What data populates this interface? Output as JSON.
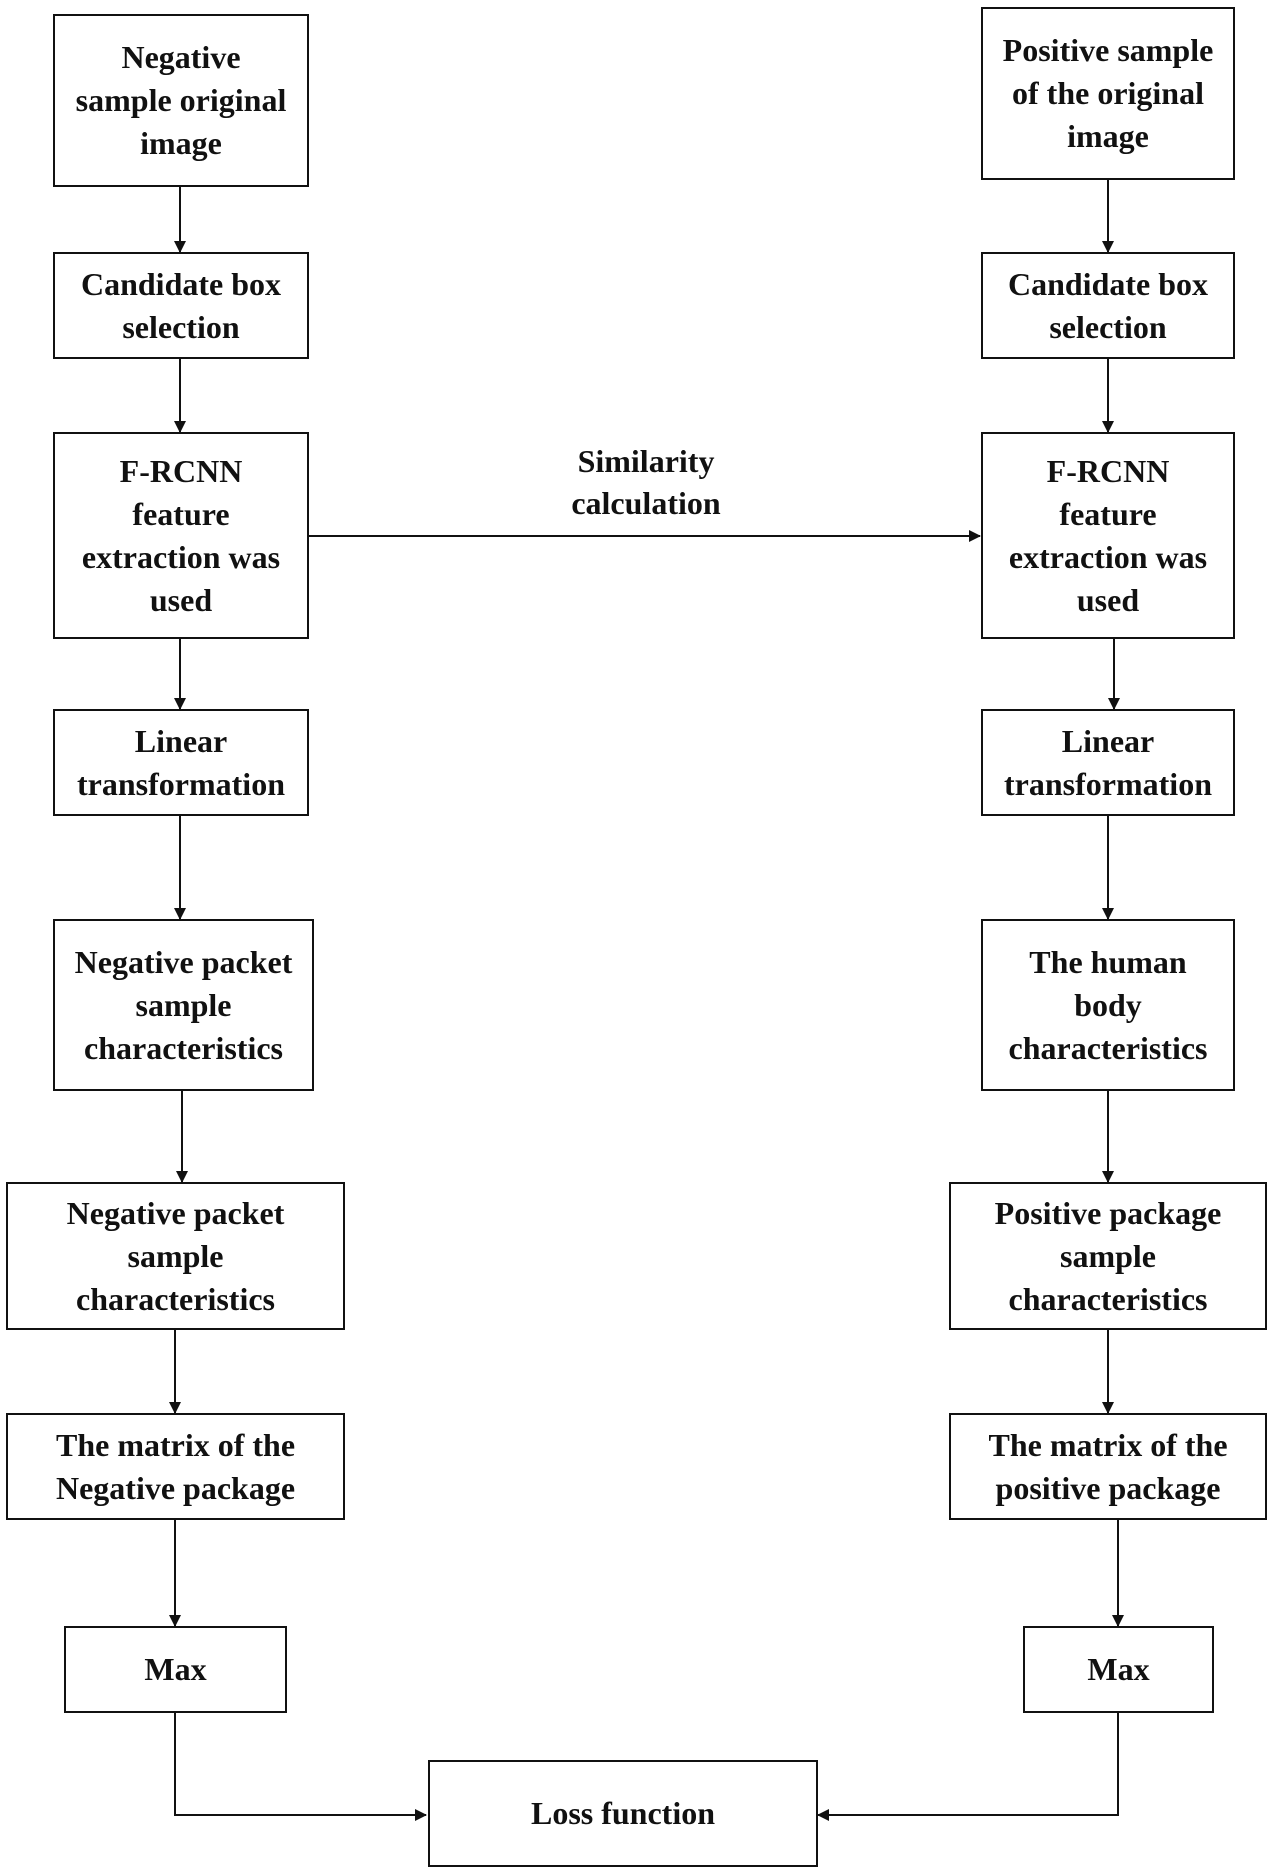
{
  "diagram": {
    "nodes": {
      "neg_original": "Negative\nsample original\nimage",
      "neg_candidate": "Candidate box\nselection",
      "neg_frcnn": "F-RCNN\nfeature\nextraction was\nused",
      "neg_linear": "Linear\ntransformation",
      "neg_packet_1": "Negative packet\nsample\ncharacteristics",
      "neg_packet_2": "Negative packet\nsample\ncharacteristics",
      "neg_matrix": "The matrix of the\nNegative package",
      "neg_max": "Max",
      "pos_original": "Positive sample\nof the original\nimage",
      "pos_candidate": "Candidate box\nselection",
      "pos_frcnn": "F-RCNN\nfeature\nextraction was\nused",
      "pos_linear": "Linear\ntransformation",
      "pos_human": "The human\nbody\ncharacteristics",
      "pos_package": "Positive package\nsample\ncharacteristics",
      "pos_matrix": "The matrix of the\npositive package",
      "pos_max": "Max",
      "loss": "Loss function"
    },
    "edge_labels": {
      "similarity": "Similarity\ncalculation"
    }
  }
}
